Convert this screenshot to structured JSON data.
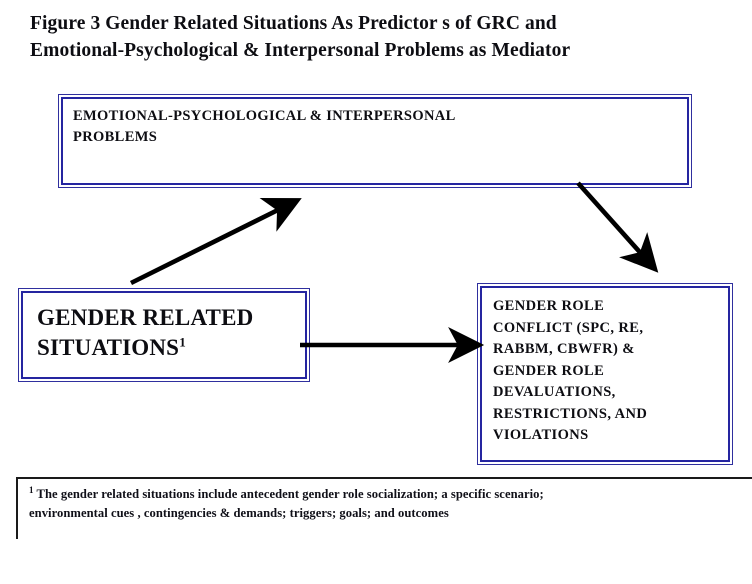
{
  "figure": {
    "title_lines": [
      "Figure 3 Gender Related Situations As Predictor  s of GRC and",
      "Emotional-Psychological  & Interpersonal  Problems  as Mediator"
    ],
    "colors": {
      "box_border": "#2525a0",
      "box_border_outer": "#2f2f9e",
      "arrow": "#000000",
      "text": "#0d0d12",
      "background": "#ffffff",
      "footnote_border": "#1a1a1a"
    }
  },
  "boxes": {
    "emotional": {
      "name": "EMOTIONAL-PSYCHOLOGICAL & INTERPERSONAL PROBLEMS",
      "lines": [
        "EMOTIONAL-PSYCHOLOGICAL  & INTERPERSONAL",
        "PROBLEMS"
      ]
    },
    "gender_related_situations": {
      "name": "GENDER RELATED SITUATIONS",
      "line1": "GENDER RELATED",
      "line2": "SITUATIONS",
      "footnote_marker": "1"
    },
    "gender_role_conflict": {
      "name": "GENDER ROLE CONFLICT AND DEVALUATIONS",
      "lines": [
        "GENDER  ROLE",
        "CONFLICT   (SPC, RE,",
        "RABBM,  CBWFR)  &",
        "GENDER  ROLE",
        "DEVALUATIONS,",
        "RESTRICTIONS,  AND",
        "VIOLATIONS"
      ]
    }
  },
  "arrows": [
    {
      "id": "grs-to-emotional",
      "label": "Gender Related Situations to Emotional-Psychological Problems",
      "from": "gender_related_situations",
      "to": "emotional",
      "direction": "diagonal-up-right"
    },
    {
      "id": "emotional-to-grc",
      "label": "Emotional-Psychological Problems to Gender Role Conflict",
      "from": "emotional",
      "to": "gender_role_conflict",
      "direction": "diagonal-down-right"
    },
    {
      "id": "grs-to-grc",
      "label": "Gender Related Situations to Gender Role Conflict",
      "from": "gender_related_situations",
      "to": "gender_role_conflict",
      "direction": "horizontal-right"
    }
  ],
  "footnote": {
    "marker": "1",
    "lines": [
      "The gender related situations include antecedent gender role socialization; a specific scenario;",
      "environmental cues , contingencies & demands; triggers; goals; and outcomes"
    ]
  }
}
